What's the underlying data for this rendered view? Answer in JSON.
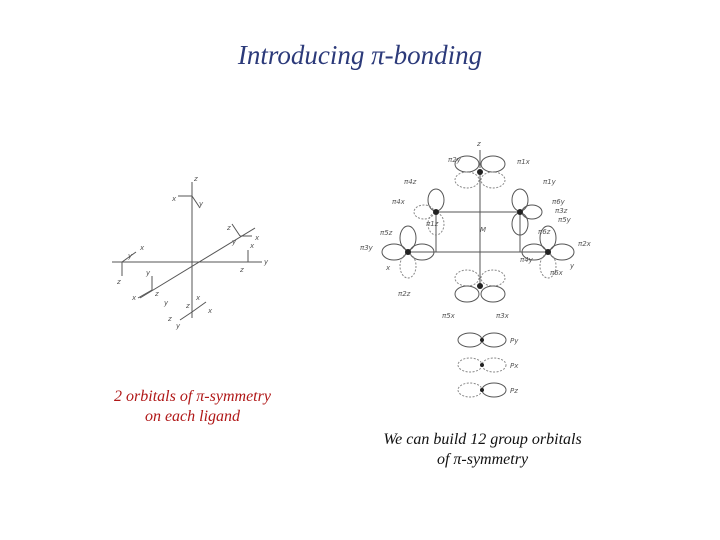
{
  "title": "Introducing π-bonding",
  "left_caption": [
    "2 orbitals of π-symmetry",
    "on each ligand"
  ],
  "right_caption": [
    "We can build 12 group orbitals",
    "of π-symmetry"
  ],
  "left_figure_labels": [
    "z",
    "x",
    "y",
    "z",
    "x",
    "y",
    "x",
    "z",
    "y",
    "x",
    "y",
    "z",
    "y",
    "x",
    "z",
    "y",
    "x",
    "z",
    "x",
    "y",
    "z"
  ],
  "right_figure": {
    "labels": [
      "z",
      "π2y",
      "π1x",
      "π4z",
      "π1y",
      "π4x",
      "π6y",
      "π3z",
      "π5y",
      "π3y",
      "π2x",
      "π5z",
      "π6z",
      "π6x",
      "π4y",
      "y",
      "x",
      "M",
      "π5x",
      "π3x",
      "π2z",
      "π1z"
    ],
    "legend": [
      "Py",
      "Px",
      "Pz"
    ]
  },
  "colors": {
    "title": "#2c3a7a",
    "left_caption": "#b01818",
    "right_caption": "#111111"
  }
}
